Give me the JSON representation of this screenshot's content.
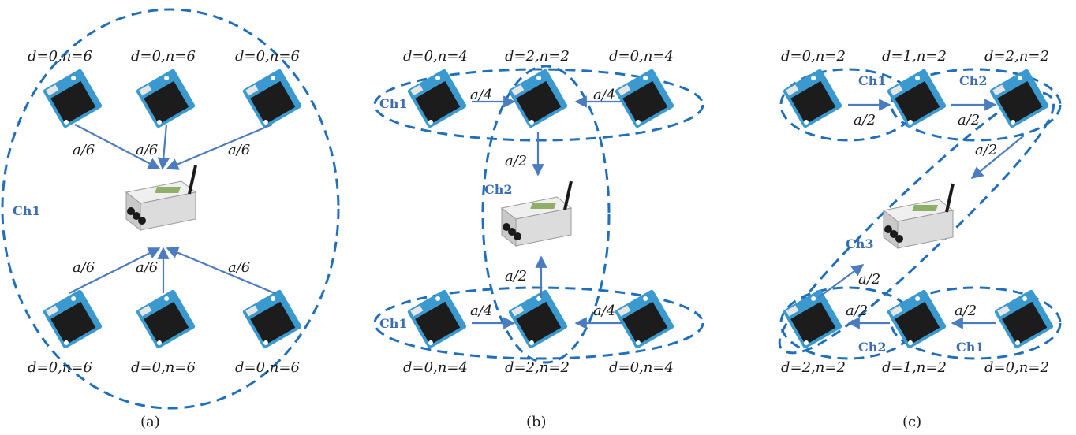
{
  "panels": [
    {
      "caption": "(a)",
      "top_labels": [
        "d=0,n=6",
        "d=0,n=6",
        "d=0,n=6"
      ],
      "bottom_labels": [
        "d=0,n=6",
        "d=0,n=6",
        "d=0,n=6"
      ],
      "edge_labels": [
        "a/6",
        "a/6",
        "a/6",
        "a/6",
        "a/6",
        "a/6"
      ],
      "channels": [
        "Ch1"
      ]
    },
    {
      "caption": "(b)",
      "top_labels": [
        "d=0,n=4",
        "d=2,n=2",
        "d=0,n=4"
      ],
      "bottom_labels": [
        "d=0,n=4",
        "d=2,n=2",
        "d=0,n=4"
      ],
      "edge_labels": [
        "a/4",
        "a/4",
        "a/2",
        "a/2",
        "a/4",
        "a/4"
      ],
      "channels": [
        "Ch1",
        "Ch2",
        "Ch1"
      ]
    },
    {
      "caption": "(c)",
      "top_labels": [
        "d=0,n=2",
        "d=1,n=2",
        "d=2,n=2"
      ],
      "bottom_labels": [
        "d=2,n=2",
        "d=1,n=2",
        "d=0,n=2"
      ],
      "edge_labels": [
        "a/2",
        "a/2",
        "a/2",
        "a/2",
        "a/2",
        "a/2"
      ],
      "channels": [
        "Ch1",
        "Ch2",
        "Ch3",
        "Ch2",
        "Ch1"
      ]
    }
  ],
  "colors": {
    "ellipse": "#1f6fba",
    "arrow": "#4a7cbf",
    "channel_text": "#3d6fb0",
    "node_board": "#3a9ad0",
    "node_chip": "#1c1c1c",
    "gateway_body": "#d9d9d9"
  },
  "icons": {
    "sensor_node": "sensor-node-icon",
    "gateway": "gateway-icon"
  }
}
